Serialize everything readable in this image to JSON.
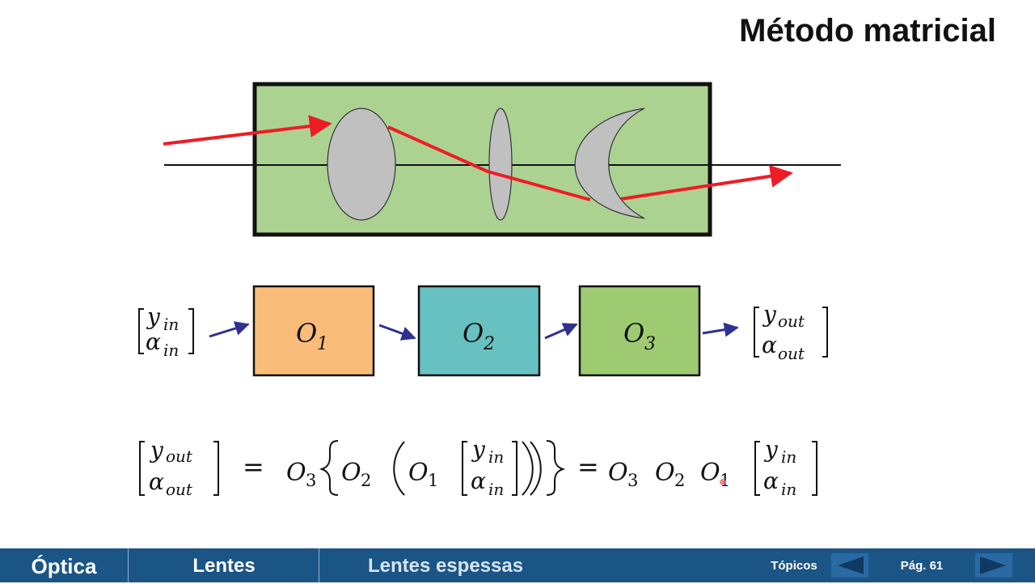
{
  "title": "Método matricial",
  "diagram": {
    "blocks": [
      {
        "symbol": "O",
        "subscript": "1",
        "color": "#f9bc79"
      },
      {
        "symbol": "O",
        "subscript": "2",
        "color": "#67c1c1"
      },
      {
        "symbol": "O",
        "subscript": "3",
        "color": "#9ecb72"
      }
    ],
    "input_vector": {
      "top": "y",
      "top_sub": "in",
      "bottom": "α",
      "bottom_sub": "in"
    },
    "output_vector": {
      "top": "y",
      "top_sub": "out",
      "bottom": "α",
      "bottom_sub": "out"
    },
    "colors": {
      "system_box": "#acd292",
      "lens": "#c0c0c0",
      "ray": "#ee1c24",
      "arrow": "#2e3192"
    }
  },
  "equation": {
    "lhs": {
      "top": "y",
      "top_sub": "out",
      "bottom": "α",
      "bottom_sub": "out"
    },
    "equals": "=",
    "ops": [
      "O",
      "O",
      "O"
    ],
    "subs": [
      "3",
      "2",
      "1"
    ],
    "vec": {
      "top": "y",
      "top_sub": "in",
      "bottom": "α",
      "bottom_sub": "in"
    }
  },
  "footer": {
    "optica": "Óptica",
    "lentes": "Lentes",
    "lentes_espessas": "Lentes espessas",
    "topicos": "Tópicos",
    "pagina": "Pág. 61"
  }
}
